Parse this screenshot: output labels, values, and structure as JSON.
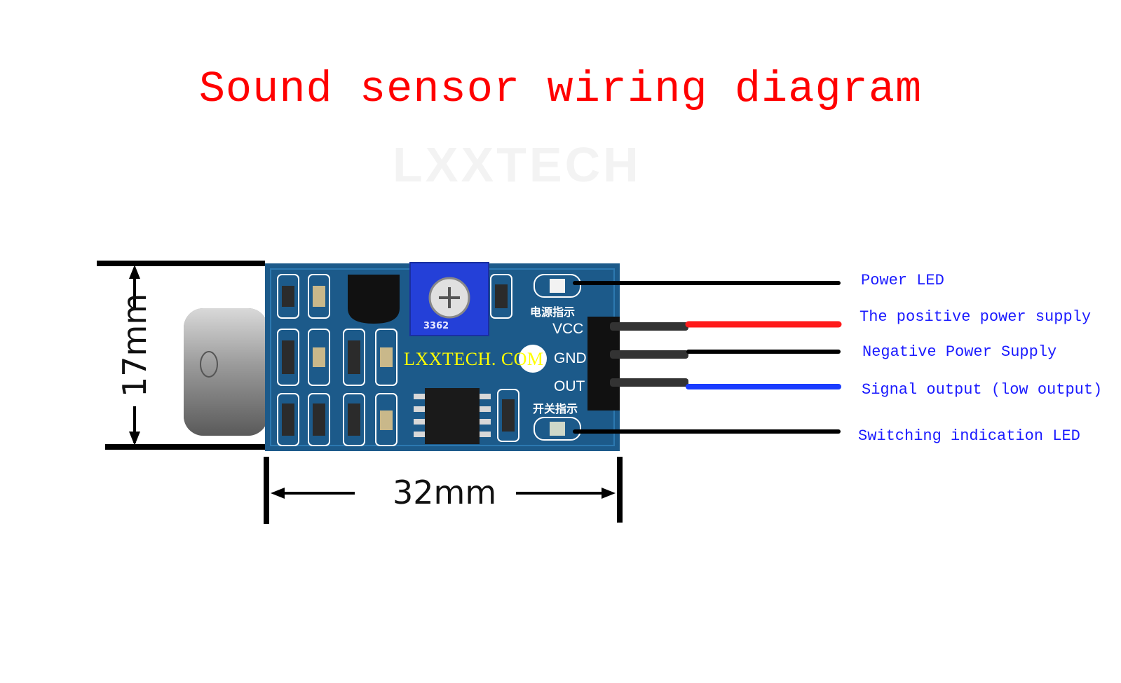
{
  "title": "Sound sensor wiring diagram",
  "watermark": "LXXTECH",
  "board_url": "LXXTECH. COM",
  "dimensions": {
    "height": "17mm",
    "width": "32mm"
  },
  "board_text": {
    "pot_code": "3362",
    "power_indicator_cn": "电源指示",
    "switch_indicator_cn": "开关指示",
    "pins": [
      "VCC",
      "GND",
      "OUT"
    ]
  },
  "wires": [
    {
      "label": "Power LED",
      "color": "#000000"
    },
    {
      "label": "The positive power supply",
      "color": "#ff1a1a"
    },
    {
      "label": "Negative Power Supply",
      "color": "#000000"
    },
    {
      "label": "Signal output (low output)",
      "color": "#1a3cff"
    },
    {
      "label": "Switching indication LED",
      "color": "#000000"
    }
  ],
  "colors": {
    "title": "#ff0000",
    "label": "#1a1aff",
    "board": "#1c5a8a",
    "url": "#ffff00"
  }
}
